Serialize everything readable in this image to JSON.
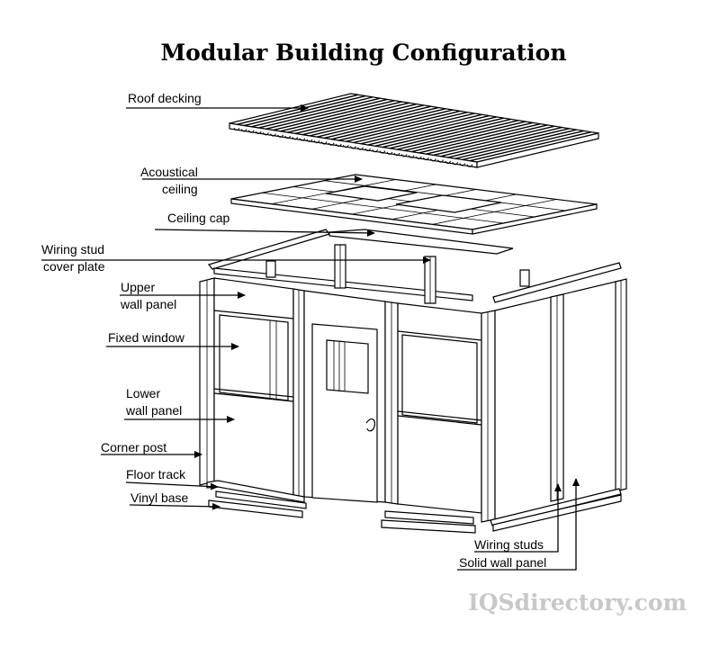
{
  "title": "Modular Building Configuration",
  "labels": {
    "roof_decking": "Roof decking",
    "acoustical_ceiling_1": "Acoustical",
    "acoustical_ceiling_2": "ceiling",
    "ceiling_cap": "Ceiling cap",
    "wiring_stud_cover_1": "Wiring stud",
    "wiring_stud_cover_2": "cover plate",
    "upper_wall_panel_1": "Upper",
    "upper_wall_panel_2": "wall panel",
    "fixed_window": "Fixed window",
    "lower_wall_panel_1": "Lower",
    "lower_wall_panel_2": "wall panel",
    "corner_post": "Corner post",
    "floor_track": "Floor track",
    "vinyl_base": "Vinyl base",
    "wiring_studs": "Wiring studs",
    "solid_wall_panel": "Solid wall panel"
  },
  "watermark": "IQSdirectory.com"
}
